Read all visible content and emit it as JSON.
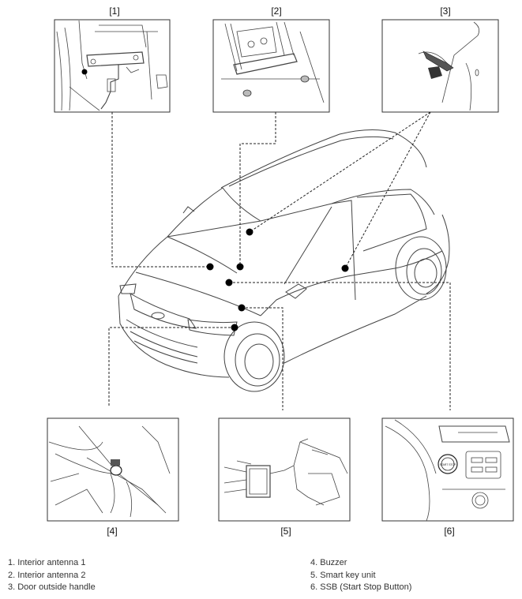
{
  "callouts": {
    "c1": "[1]",
    "c2": "[2]",
    "c3": "[3]",
    "c4": "[4]",
    "c5": "[5]",
    "c6": "[6]"
  },
  "legend": {
    "left": [
      "1. Interior antenna 1",
      "2. Interior antenna 2",
      "3. Door outside handle"
    ],
    "right": [
      "4. Buzzer",
      "5. Smart key unit",
      "6. SSB (Start Stop Button)"
    ]
  },
  "ssb_text": "START STOP",
  "colors": {
    "line": "#222222",
    "dot": "#000000",
    "frame": "#333333"
  }
}
